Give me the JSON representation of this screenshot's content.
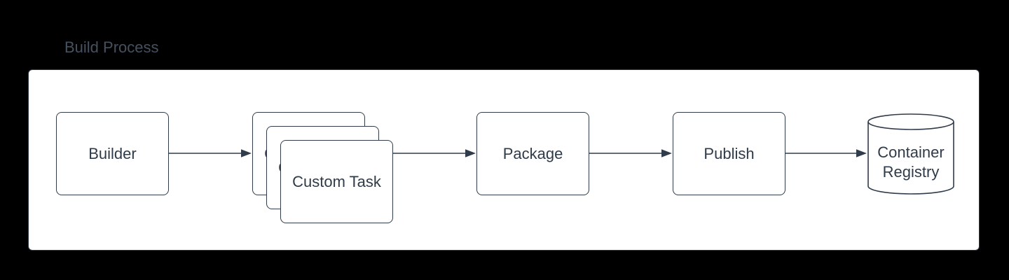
{
  "diagram": {
    "title": "Build Process",
    "type": "flowchart",
    "nodes": {
      "builder": {
        "label": "Builder",
        "shape": "rounded-rectangle"
      },
      "custom_task": {
        "label": "Custom Task",
        "shape": "stacked-rounded-rectangles",
        "stack_count": 3
      },
      "package": {
        "label": "Package",
        "shape": "rounded-rectangle"
      },
      "publish": {
        "label": "Publish",
        "shape": "rounded-rectangle"
      },
      "container_registry": {
        "label": "Container Registry",
        "shape": "cylinder"
      }
    },
    "edges": [
      {
        "from": "builder",
        "to": "custom_task"
      },
      {
        "from": "custom_task",
        "to": "package"
      },
      {
        "from": "package",
        "to": "publish"
      },
      {
        "from": "publish",
        "to": "container_registry"
      }
    ],
    "colors": {
      "canvas_bg": "#000000",
      "panel_bg": "#FFFFFF",
      "stroke": "#303C4B",
      "node_text": "#2F3B49",
      "title_text": "#46515F"
    }
  }
}
